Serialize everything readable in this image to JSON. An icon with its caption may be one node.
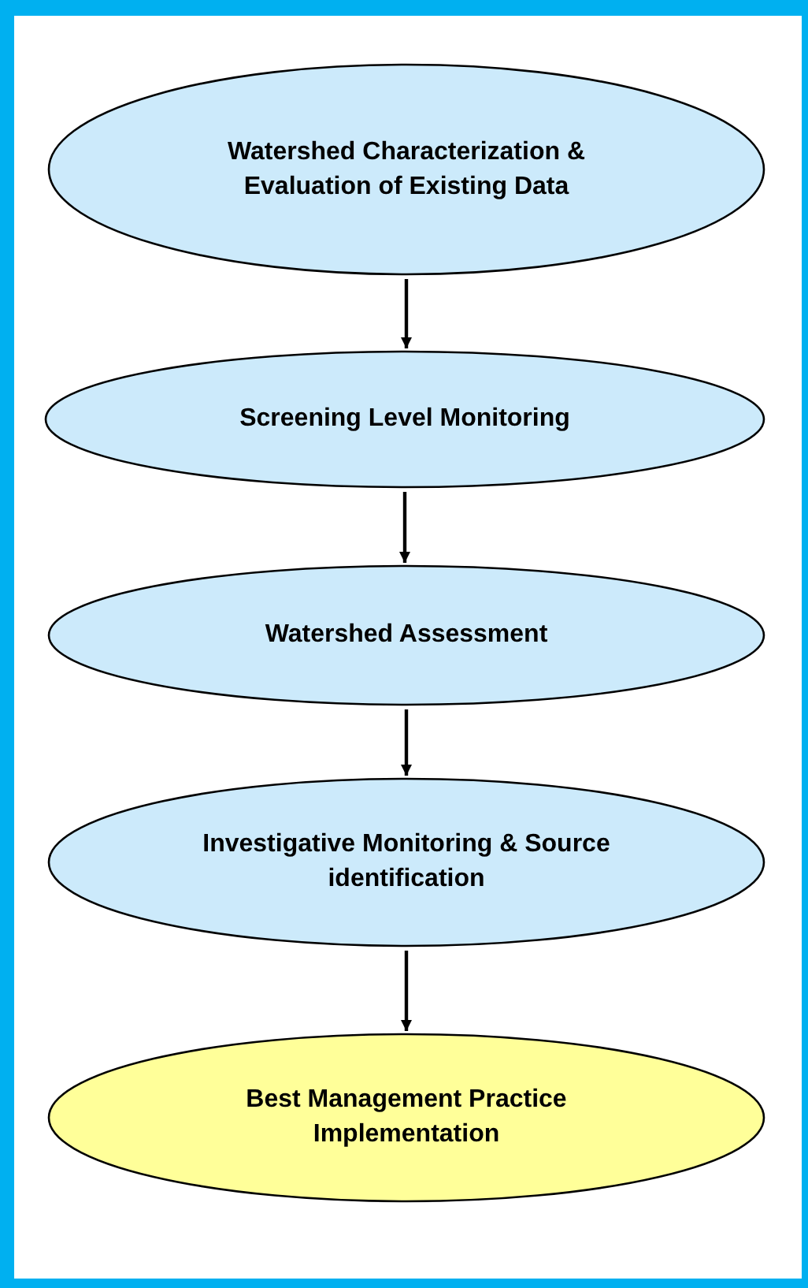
{
  "diagram": {
    "nodes": [
      {
        "text": [
          "Watershed Characterization & Evaluation of Existing Data"
        ]
      },
      {
        "text": [
          "Screening Level Monitoring"
        ]
      },
      {
        "text": [
          "Watershed Assessment"
        ]
      },
      {
        "text": [
          "Investigative Monitoring & Source identification"
        ]
      },
      {
        "text": [
          "Best Management Practice Implementation"
        ]
      }
    ],
    "edges": [
      {
        "from": 0,
        "to": 1,
        "arrow": "to"
      },
      {
        "from": 1,
        "to": 2,
        "arrow": "to"
      },
      {
        "from": 2,
        "to": 3,
        "arrow": "to"
      },
      {
        "from": 3,
        "to": 4,
        "arrow": "to"
      }
    ]
  }
}
